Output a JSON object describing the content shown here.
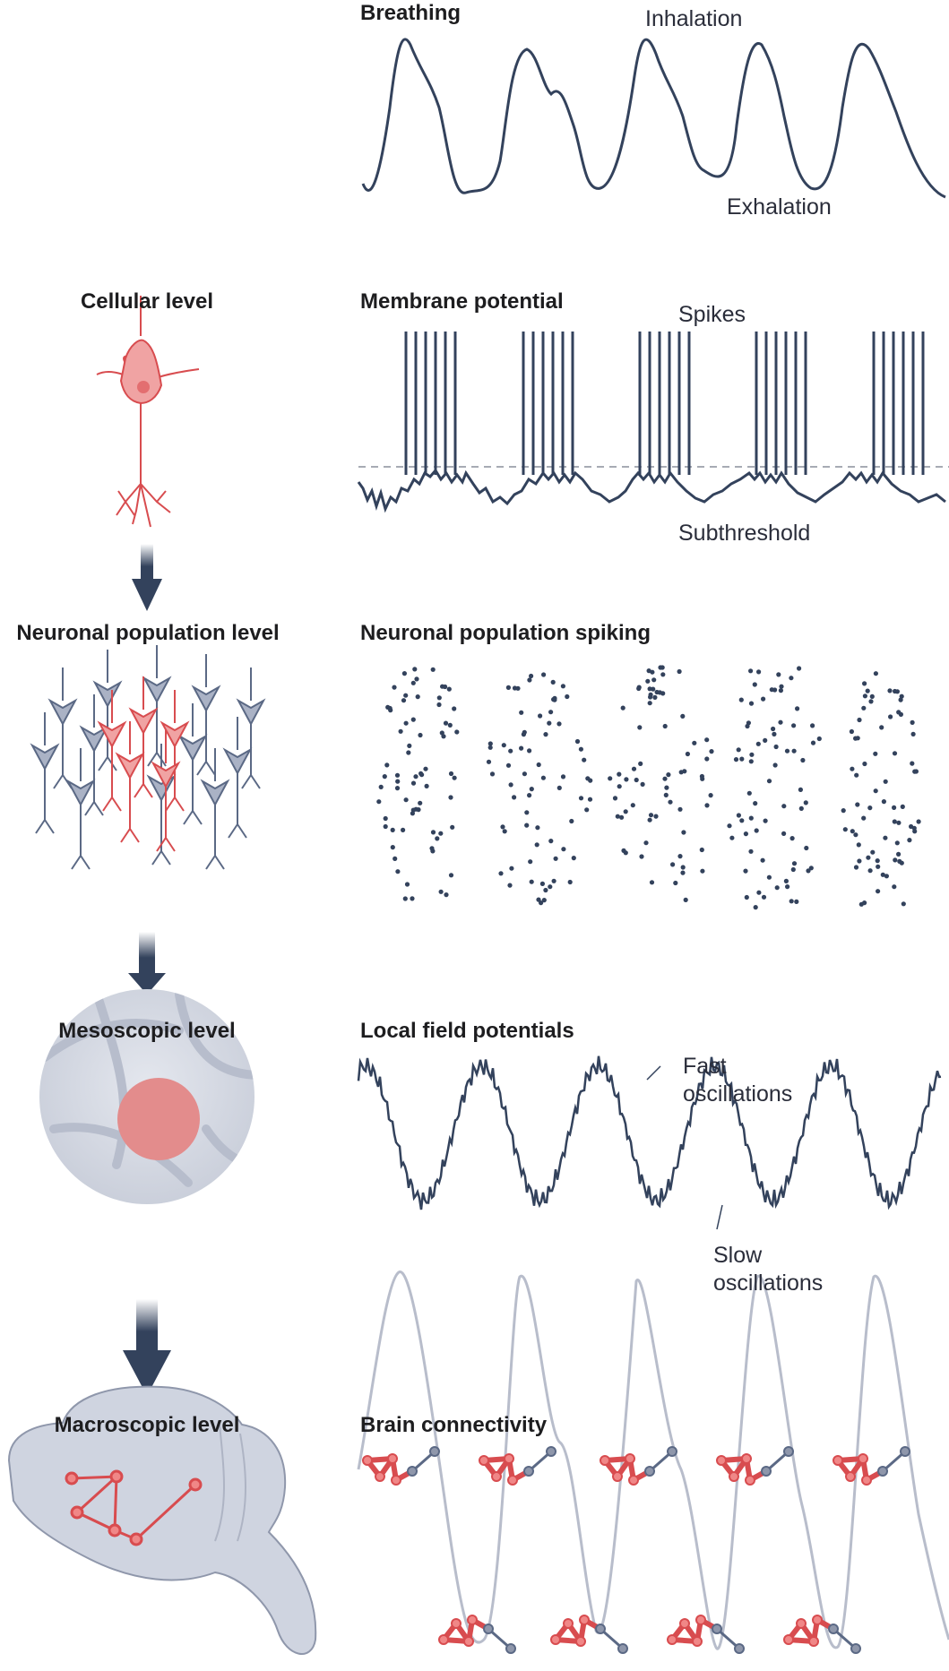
{
  "colors": {
    "trace": "#33425c",
    "accent_red": "#d84c4f",
    "arrow": "#33425c",
    "grey_trace": "#b8bdcb",
    "threshold": "#8a8f9c"
  },
  "levels": {
    "cellular": "Cellular level",
    "population": "Neuronal population level",
    "mesoscopic": "Mesoscopic level",
    "macroscopic": "Macroscopic level"
  },
  "panels": {
    "breathing": {
      "title": "Breathing",
      "inhalation": "Inhalation",
      "exhalation": "Exhalation"
    },
    "membrane": {
      "title": "Membrane potential",
      "spikes": "Spikes",
      "subthreshold": "Subthreshold"
    },
    "population_spiking": {
      "title": "Neuronal population spiking"
    },
    "lfp": {
      "title": "Local field potentials",
      "fast_1": "Fast",
      "fast_2": "oscillations",
      "slow_1": "Slow",
      "slow_2": "oscillations"
    },
    "connectivity": {
      "title": "Brain connectivity"
    }
  },
  "icons": [
    "neuron-icon",
    "neuron-population-icon",
    "cortex-zoom-icon",
    "mouse-brain-icon",
    "down-arrow-icon",
    "network-icon"
  ]
}
